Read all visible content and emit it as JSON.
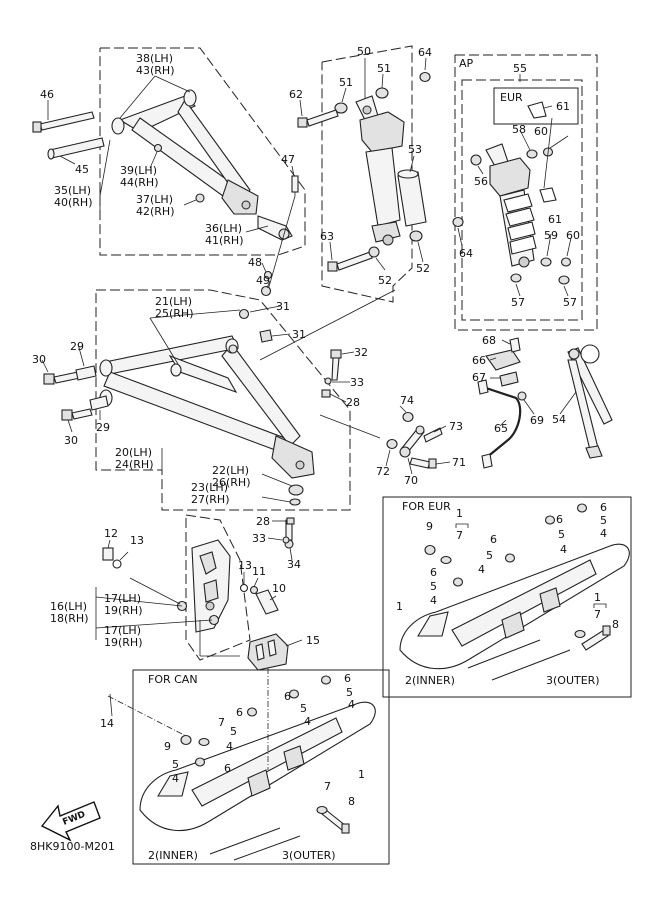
{
  "diagram_code": "8HK9100-M201",
  "fwd_label": "FWD",
  "group_labels": {
    "ap": "AP",
    "eur_sub": "EUR",
    "for_eur": "FOR EUR",
    "for_can": "FOR CAN"
  },
  "labels": {
    "n1": "1",
    "n2": "2(INNER)",
    "n3": "3(OUTER)",
    "n4": "4",
    "n5": "5",
    "n6": "6",
    "n7": "7",
    "n8": "8",
    "n9": "9",
    "n10": "10",
    "n11": "11",
    "n12": "12",
    "n13": "13",
    "n14": "14",
    "n15": "15",
    "n16_18": [
      "16(LH)",
      "18(RH)"
    ],
    "n17_19": [
      "17(LH)",
      "19(RH)"
    ],
    "n20_24": [
      "20(LH)",
      "24(RH)"
    ],
    "n21_25": [
      "21(LH)",
      "25(RH)"
    ],
    "n22_26": [
      "22(LH)",
      "26(RH)"
    ],
    "n23_27": [
      "23(LH)",
      "27(RH)"
    ],
    "n28": "28",
    "n29": "29",
    "n30": "30",
    "n31": "31",
    "n32": "32",
    "n33": "33",
    "n34": "34",
    "n35_40": [
      "35(LH)",
      "40(RH)"
    ],
    "n36_41": [
      "36(LH)",
      "41(RH)"
    ],
    "n37_42": [
      "37(LH)",
      "42(RH)"
    ],
    "n38_43": [
      "38(LH)",
      "43(RH)"
    ],
    "n39_44": [
      "39(LH)",
      "44(RH)"
    ],
    "n45": "45",
    "n46": "46",
    "n47": "47",
    "n48": "48",
    "n49": "49",
    "n50": "50",
    "n51": "51",
    "n52": "52",
    "n53": "53",
    "n54": "54",
    "n55": "55",
    "n56": "56",
    "n57": "57",
    "n58": "58",
    "n59": "59",
    "n60": "60",
    "n61": "61",
    "n62": "62",
    "n63": "63",
    "n64": "64",
    "n65": "65",
    "n66": "66",
    "n67": "67",
    "n68": "68",
    "n69": "69",
    "n70": "70",
    "n71": "71",
    "n72": "72",
    "n73": "73",
    "n74": "74"
  }
}
